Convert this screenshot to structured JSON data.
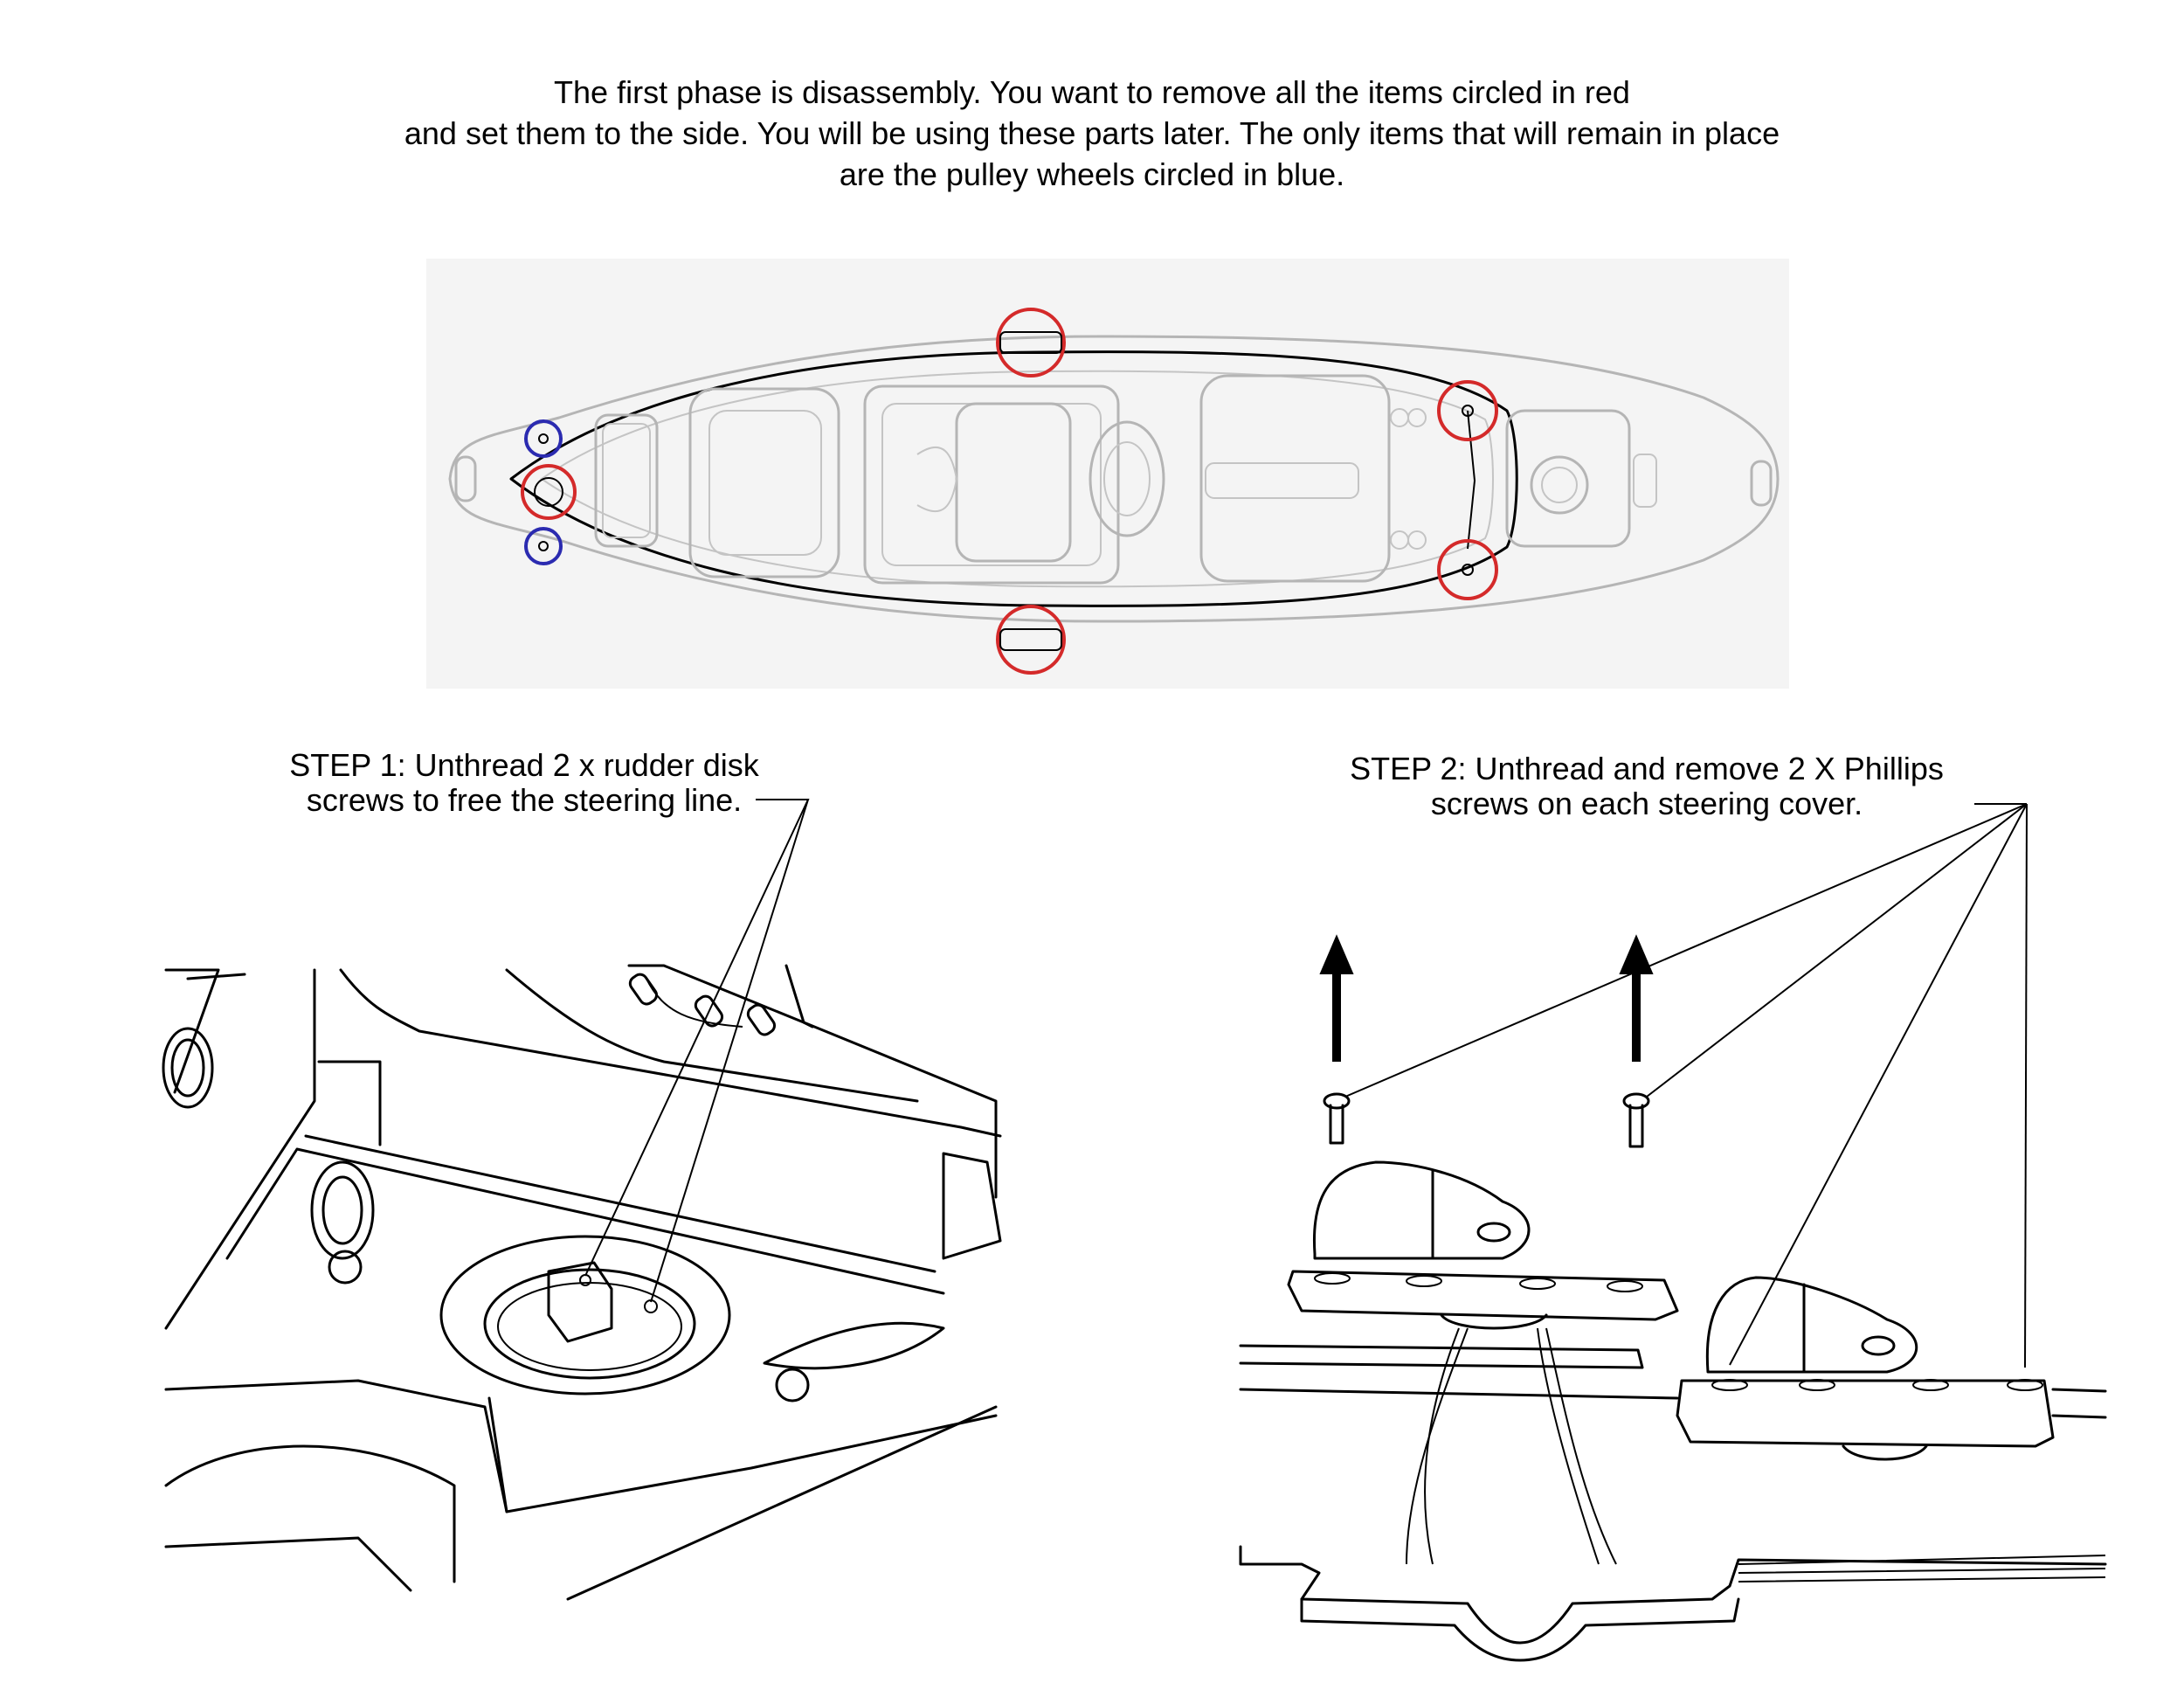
{
  "intro": {
    "lines": [
      "The first phase is disassembly. You want to remove all the items circled in red",
      "and set them to the side. You will be using these parts later. The only items that will remain in place",
      "are the pulley wheels circled in blue."
    ]
  },
  "steps": [
    {
      "lines": [
        "STEP 1: Unthread 2 x rudder disk",
        "screws to free the steering line."
      ]
    },
    {
      "lines": [
        "STEP 2: Unthread and remove 2 X Phillips",
        "screws on each steering cover."
      ]
    }
  ],
  "colors": {
    "remove_circle": "#d42a2a",
    "keep_circle": "#2b2bb0",
    "kayak_outline": "#b5b5b5",
    "panel_bg": "#f4f4f4"
  },
  "icons": [
    "arrow-up-icon",
    "phillips-screw-icon"
  ]
}
